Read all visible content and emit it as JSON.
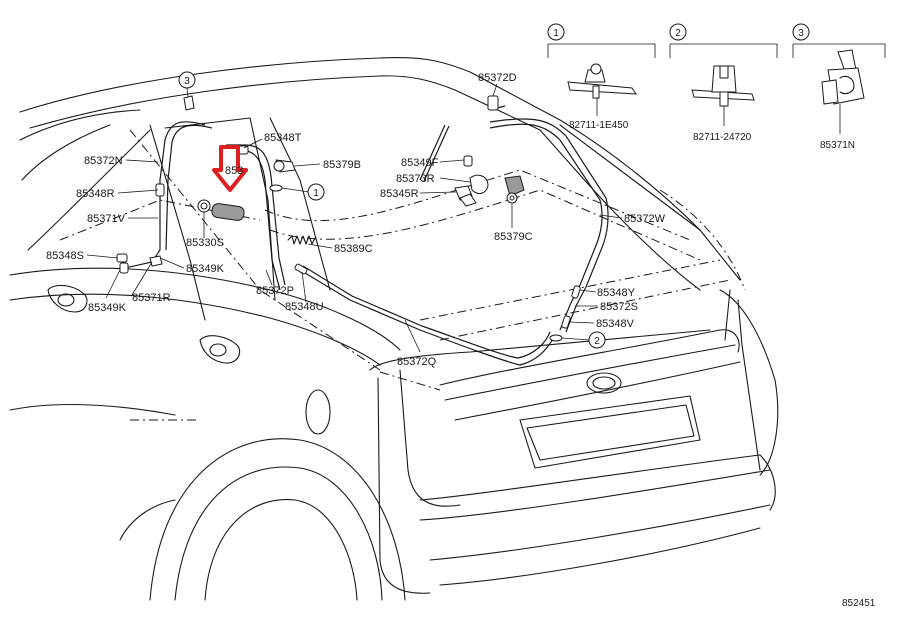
{
  "diagram_code": "852451",
  "callouts": {
    "one": "1",
    "two": "2",
    "three": "3"
  },
  "insets": [
    {
      "number": "1",
      "part": "82711-1E450"
    },
    {
      "number": "2",
      "part": "82711-24720"
    },
    {
      "number": "3",
      "part": "85371N"
    }
  ],
  "labels": {
    "l85372N": "85372N",
    "l85348R": "85348R",
    "l85371V": "85371V",
    "l85348S": "85348S",
    "l85349K_left": "85349K",
    "l85371R": "85371R",
    "l85349K_mid": "85349K",
    "l85330S": "85330S",
    "l85348T": "85348T",
    "l85379B": "85379B",
    "l853_partial": "853",
    "l85389C": "85389C",
    "l85372P": "85372P",
    "l85348U": "85348U",
    "l85372Q": "85372Q",
    "l85372D": "85372D",
    "l85349F": "85349F",
    "l85373R": "85373R",
    "l85345R": "85345R",
    "l85379C": "85379C",
    "l85372W": "85372W",
    "l85348Y": "85348Y",
    "l85372S": "85372S",
    "l85348V": "85348V"
  },
  "highlight": {
    "color": "#e02020",
    "shape": "down-arrow"
  }
}
